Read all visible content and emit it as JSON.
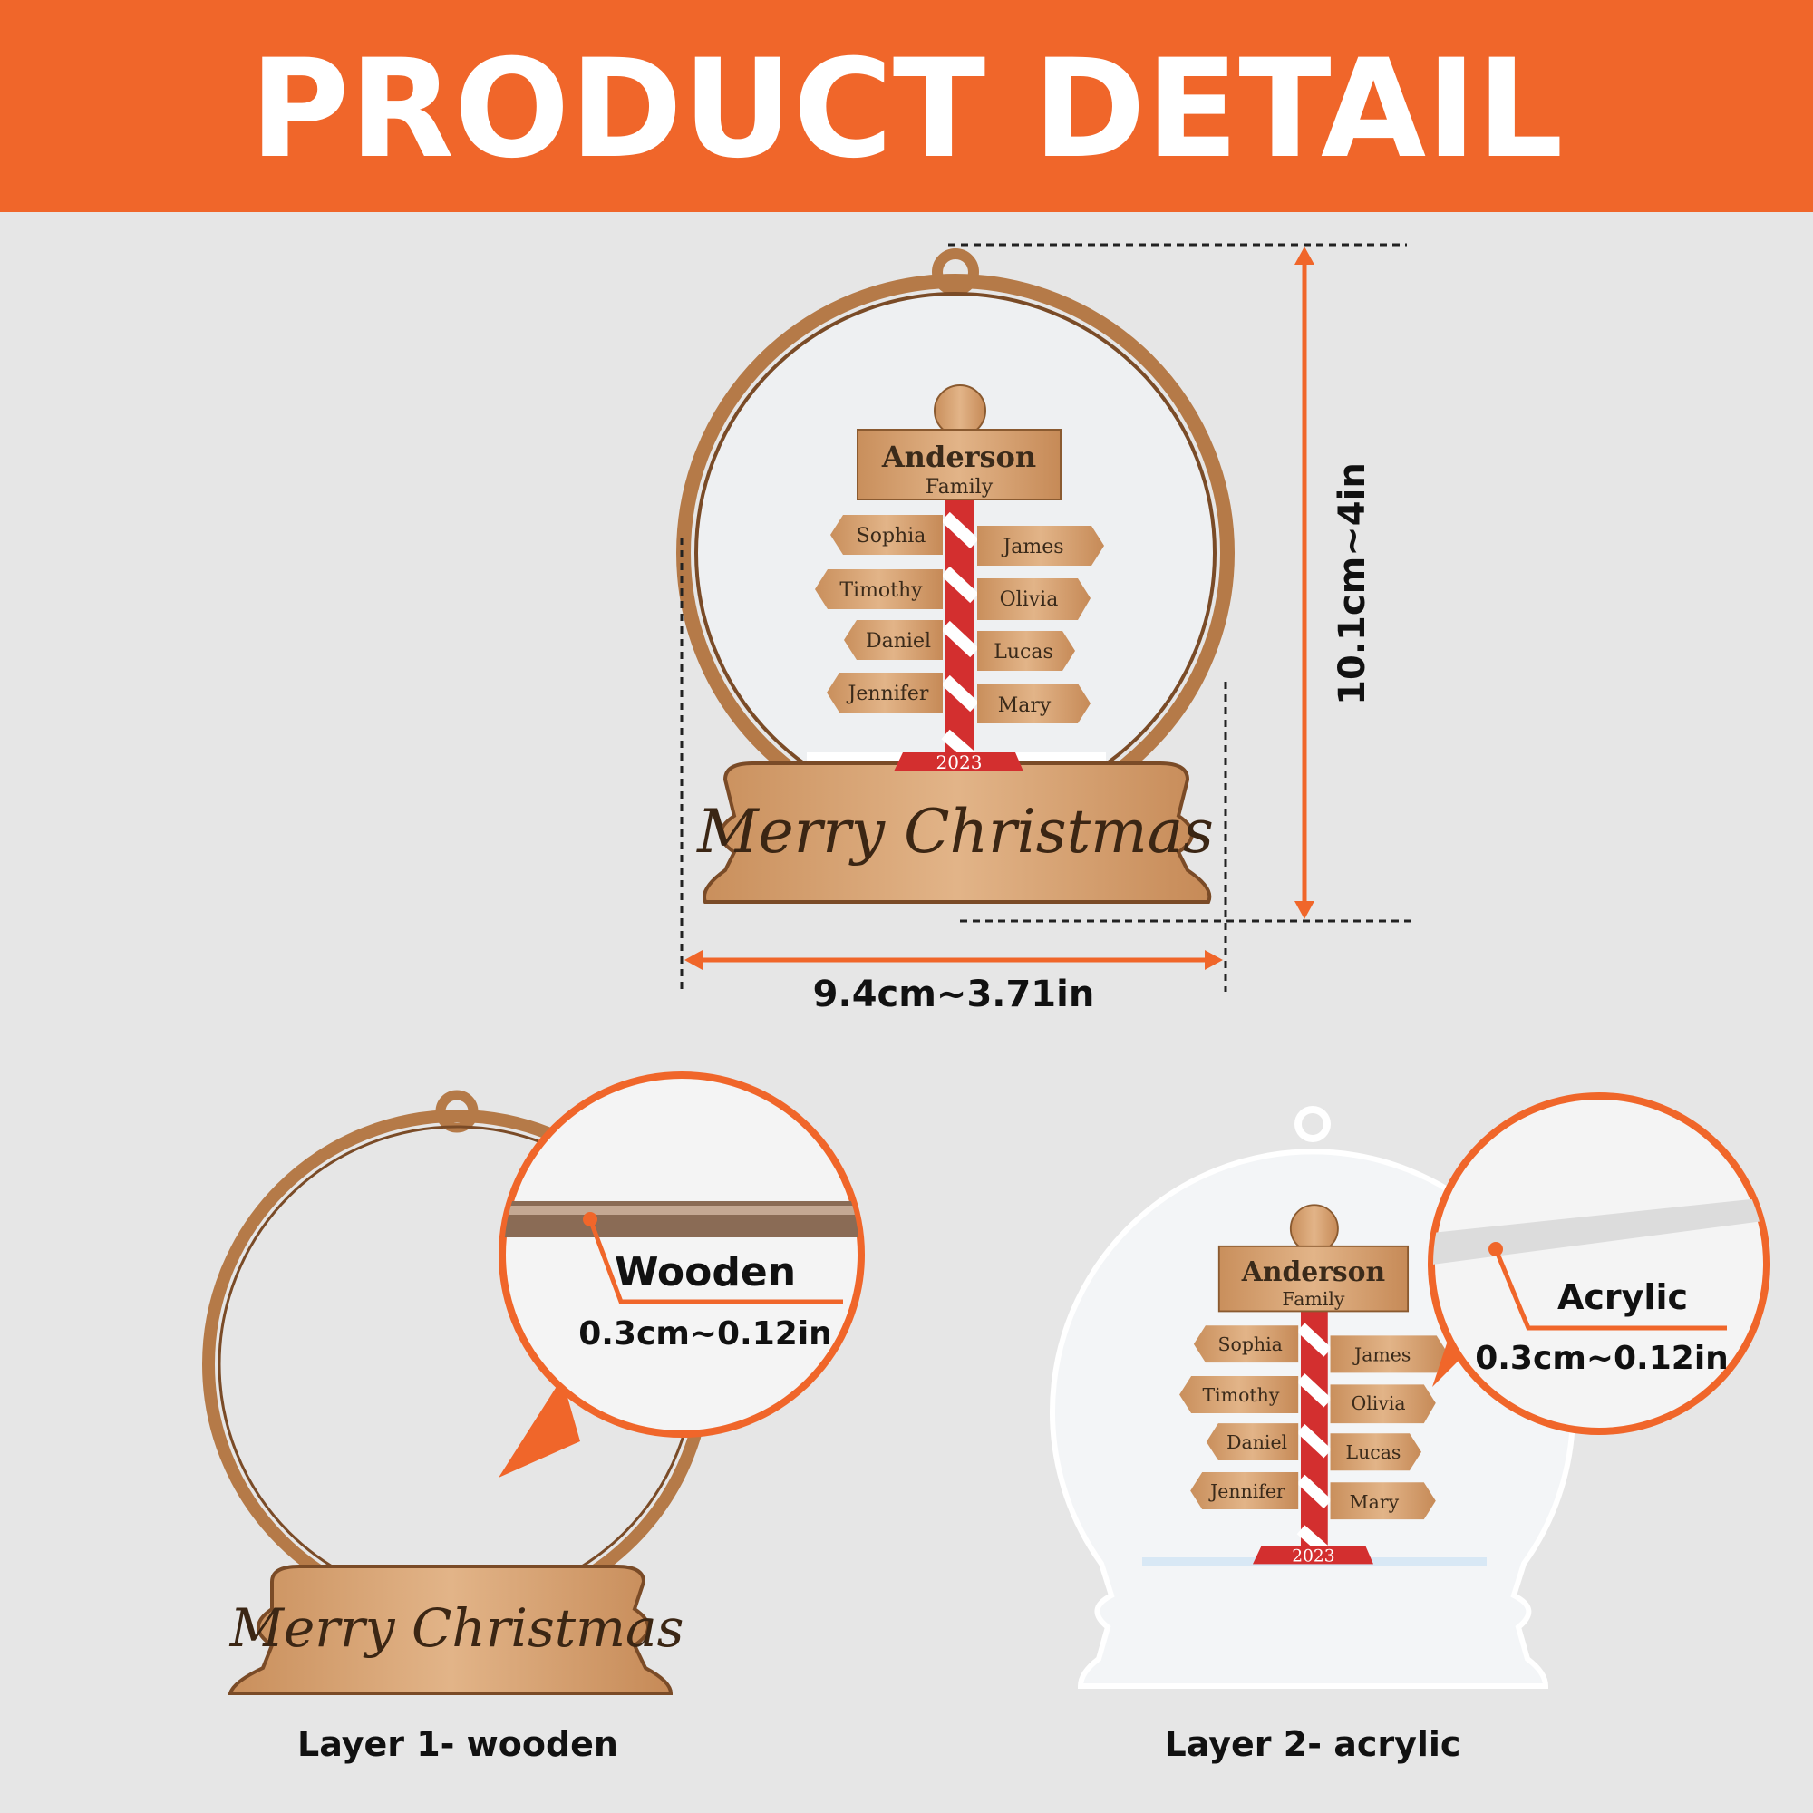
{
  "header": {
    "title": "PRODUCT DETAIL"
  },
  "colors": {
    "accent": "#f0662a",
    "background": "#e6e6e6",
    "wood": "#d9a878",
    "wood_dark": "#7a4b27",
    "pole_red": "#d32f2f"
  },
  "ornament": {
    "family_name": "Anderson",
    "family_label": "Family",
    "names_left": [
      "Sophia",
      "Timothy",
      "Daniel",
      "Jennifer"
    ],
    "names_right": [
      "James",
      "Olivia",
      "Lucas",
      "Mary"
    ],
    "year": "2023",
    "base_text": "Merry Christmas"
  },
  "dimensions": {
    "height": "10.1cm~4in",
    "width": "9.4cm~3.71in"
  },
  "layers": [
    {
      "material": "Wooden",
      "thickness": "0.3cm~0.12in",
      "caption": "Layer 1- wooden"
    },
    {
      "material": "Acrylic",
      "thickness": "0.3cm~0.12in",
      "caption": "Layer 2- acrylic"
    }
  ]
}
